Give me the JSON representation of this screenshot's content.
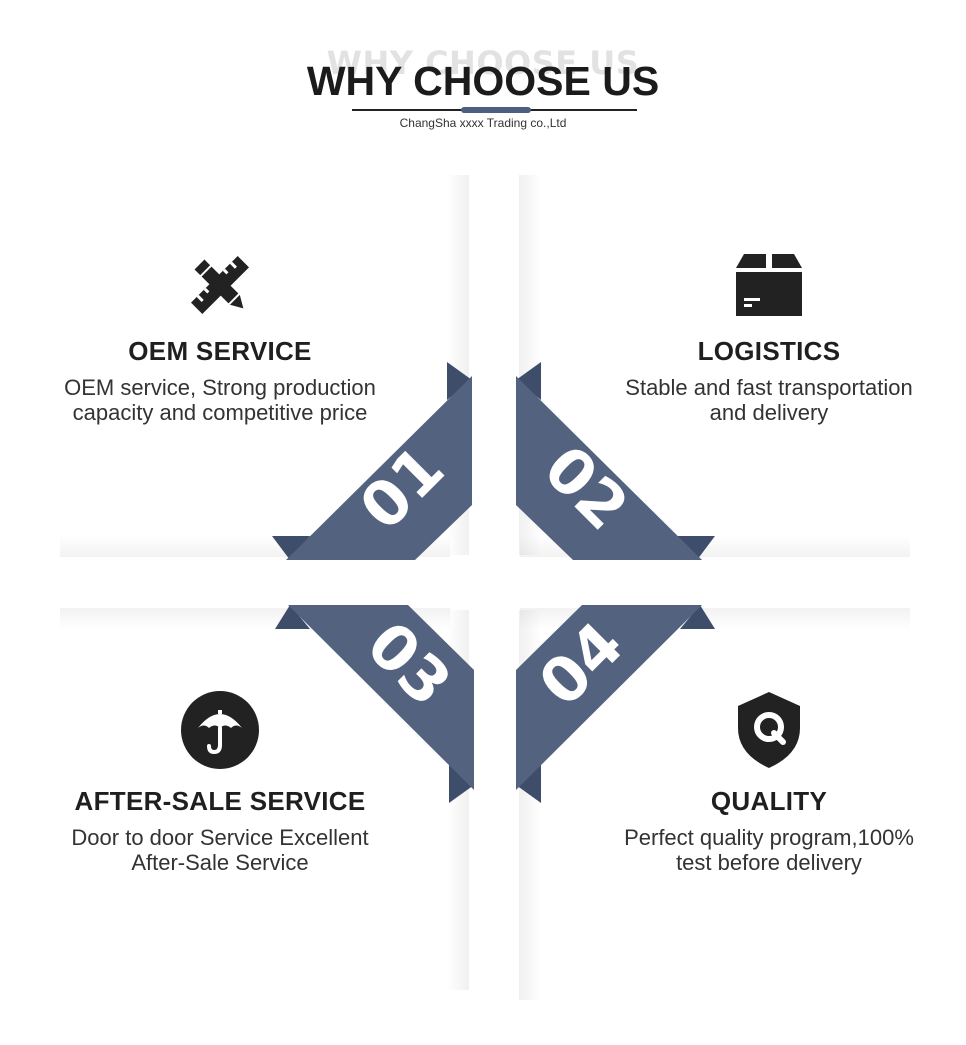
{
  "header": {
    "ghost_title": "WHY CHOOSE US",
    "title": "WHY CHOOSE US",
    "subtitle": "ChangSha xxxx Trading co.,Ltd"
  },
  "colors": {
    "ribbon": "#52627f",
    "ribbon_fold": "#3d4d6a",
    "text_dark": "#1f1f1f",
    "icon": "#222222"
  },
  "features": [
    {
      "number": "01",
      "icon": "pencil-ruler-icon",
      "title": "OEM SERVICE",
      "desc_line1": "OEM service, Strong production",
      "desc_line2": "capacity and competitive price"
    },
    {
      "number": "02",
      "icon": "package-icon",
      "title": "LOGISTICS",
      "desc_line1": "Stable and fast transportation",
      "desc_line2": "and delivery"
    },
    {
      "number": "03",
      "icon": "umbrella-icon",
      "title": "AFTER-SALE SERVICE",
      "desc_line1": "Door to door Service Excellent",
      "desc_line2": "After-Sale Service"
    },
    {
      "number": "04",
      "icon": "shield-q-icon",
      "title": "QUALITY",
      "desc_line1": "Perfect quality program,100%",
      "desc_line2": "test before delivery"
    }
  ]
}
